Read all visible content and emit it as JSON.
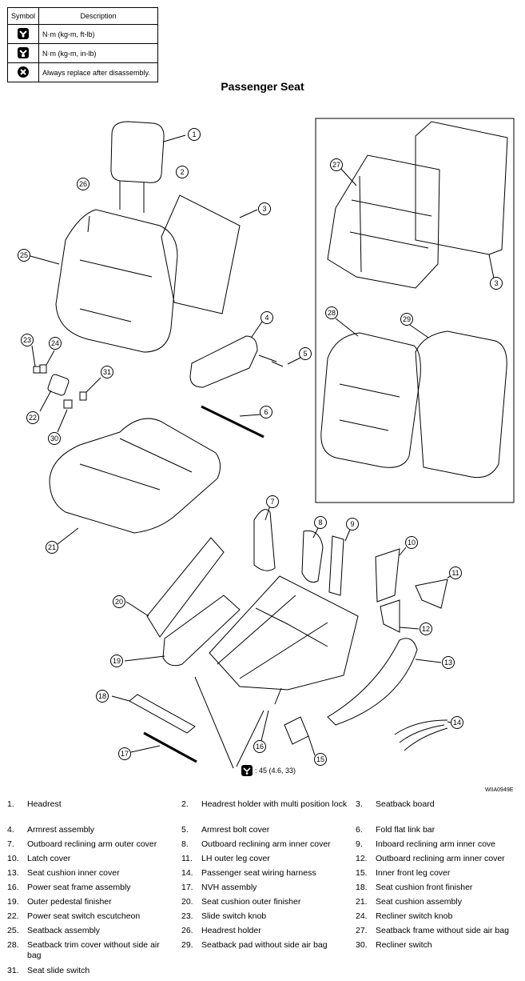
{
  "legend": {
    "header_symbol": "Symbol",
    "header_description": "Description",
    "rows": [
      {
        "icon": "torque-ft-lb-icon",
        "text": "N·m (kg-m, ft-lb)"
      },
      {
        "icon": "torque-in-lb-icon",
        "text": "N·m (kg-m, in-lb)"
      },
      {
        "icon": "replace-after-disassembly-icon",
        "text": "Always replace after disassembly."
      }
    ]
  },
  "title": "Passenger Seat",
  "callouts": [
    "1",
    "2",
    "3",
    "4",
    "5",
    "6",
    "7",
    "8",
    "9",
    "10",
    "11",
    "12",
    "13",
    "14",
    "15",
    "16",
    "17",
    "18",
    "19",
    "20",
    "21",
    "22",
    "23",
    "24",
    "25",
    "26",
    "27",
    "28",
    "29",
    "30",
    "31",
    "3"
  ],
  "torque_note": ": 45 (4.6, 33)",
  "figure_id": "WIIA0949E",
  "parts": [
    {
      "num": "1.",
      "name": "Headrest"
    },
    {
      "num": "2.",
      "name": "Headrest holder with multi position lock"
    },
    {
      "num": "3.",
      "name": "Seatback board"
    },
    {
      "num": "4.",
      "name": "Armrest assembly"
    },
    {
      "num": "5.",
      "name": "Armrest bolt cover"
    },
    {
      "num": "6.",
      "name": "Fold flat link bar"
    },
    {
      "num": "7.",
      "name": "Outboard reclining arm outer cover"
    },
    {
      "num": "8.",
      "name": "Outboard reclining arm inner cover"
    },
    {
      "num": "9.",
      "name": "Inboard reclining arm inner cove"
    },
    {
      "num": "10.",
      "name": "Latch cover"
    },
    {
      "num": "11.",
      "name": "LH outer leg cover"
    },
    {
      "num": "12.",
      "name": "Outboard reclining arm inner cover"
    },
    {
      "num": "13.",
      "name": "Seat cushion inner cover"
    },
    {
      "num": "14.",
      "name": "Passenger seat wiring harness"
    },
    {
      "num": "15.",
      "name": "Inner front leg cover"
    },
    {
      "num": "16.",
      "name": "Power seat frame assembly"
    },
    {
      "num": "17.",
      "name": "NVH assembly"
    },
    {
      "num": "18.",
      "name": "Seat cushion front finisher"
    },
    {
      "num": "19.",
      "name": "Outer pedestal finisher"
    },
    {
      "num": "20.",
      "name": "Seat cushion outer finisher"
    },
    {
      "num": "21.",
      "name": "Seat cushion assembly"
    },
    {
      "num": "22.",
      "name": "Power seat switch escutcheon"
    },
    {
      "num": "23.",
      "name": "Slide switch knob"
    },
    {
      "num": "24.",
      "name": "Recliner switch knob"
    },
    {
      "num": "25.",
      "name": "Seatback assembly"
    },
    {
      "num": "26.",
      "name": "Headrest holder"
    },
    {
      "num": "27.",
      "name": "Seatback frame without side air bag"
    },
    {
      "num": "28.",
      "name": "Seatback trim cover without side air bag"
    },
    {
      "num": "29.",
      "name": "Seatback pad without side air bag"
    },
    {
      "num": "30.",
      "name": "Recliner switch"
    },
    {
      "num": "31.",
      "name": "Seat slide switch"
    }
  ]
}
